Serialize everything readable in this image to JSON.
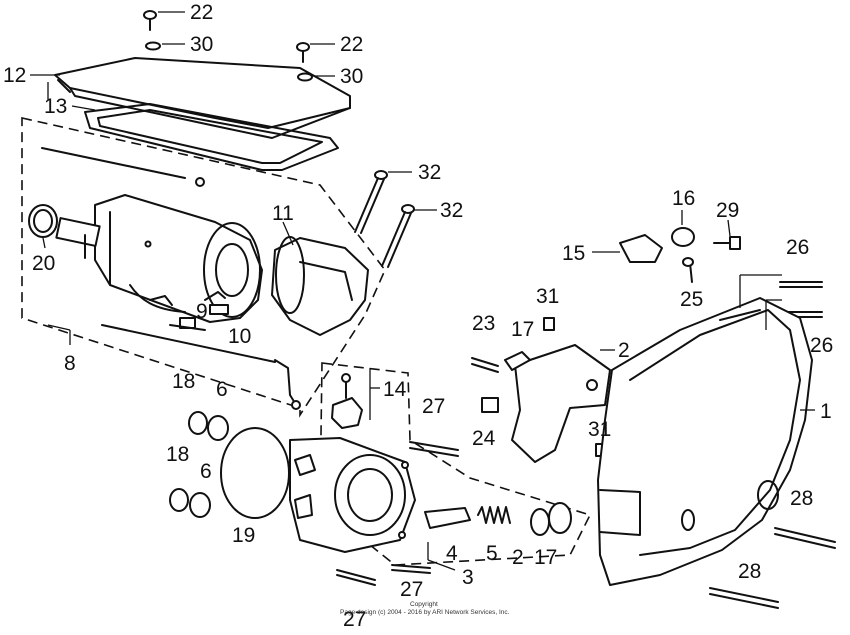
{
  "diagram": {
    "callouts": [
      {
        "id": "c22a",
        "label": "22"
      },
      {
        "id": "c30a",
        "label": "30"
      },
      {
        "id": "c22b",
        "label": "22"
      },
      {
        "id": "c30b",
        "label": "30"
      },
      {
        "id": "c12",
        "label": "12"
      },
      {
        "id": "c13",
        "label": "13"
      },
      {
        "id": "c32a",
        "label": "32"
      },
      {
        "id": "c32b",
        "label": "32"
      },
      {
        "id": "c11",
        "label": "11"
      },
      {
        "id": "c20",
        "label": "20"
      },
      {
        "id": "c9",
        "label": "9"
      },
      {
        "id": "c10",
        "label": "10"
      },
      {
        "id": "c8",
        "label": "8"
      },
      {
        "id": "c16",
        "label": "16"
      },
      {
        "id": "c29",
        "label": "29"
      },
      {
        "id": "c15",
        "label": "15"
      },
      {
        "id": "c26a",
        "label": "26"
      },
      {
        "id": "c25",
        "label": "25"
      },
      {
        "id": "c31a",
        "label": "31"
      },
      {
        "id": "c26b",
        "label": "26"
      },
      {
        "id": "c23",
        "label": "23"
      },
      {
        "id": "c17a",
        "label": "17"
      },
      {
        "id": "c2a",
        "label": "2"
      },
      {
        "id": "c14",
        "label": "14"
      },
      {
        "id": "c18a",
        "label": "18"
      },
      {
        "id": "c6a",
        "label": "6"
      },
      {
        "id": "c27a",
        "label": "27"
      },
      {
        "id": "c1",
        "label": "1"
      },
      {
        "id": "c24",
        "label": "24"
      },
      {
        "id": "c31b",
        "label": "31"
      },
      {
        "id": "c18b",
        "label": "18"
      },
      {
        "id": "c6b",
        "label": "6"
      },
      {
        "id": "c19",
        "label": "19"
      },
      {
        "id": "c28a",
        "label": "28"
      },
      {
        "id": "c4",
        "label": "4"
      },
      {
        "id": "c5",
        "label": "5"
      },
      {
        "id": "c2b",
        "label": "2"
      },
      {
        "id": "c17b",
        "label": "17"
      },
      {
        "id": "c3",
        "label": "3"
      },
      {
        "id": "c27b",
        "label": "27"
      },
      {
        "id": "c28b",
        "label": "28"
      },
      {
        "id": "c27c",
        "label": "27"
      }
    ],
    "copyright_line1": "Copyright",
    "copyright_line2": "Page design (c) 2004 - 2016 by ARI Network Services, Inc."
  }
}
